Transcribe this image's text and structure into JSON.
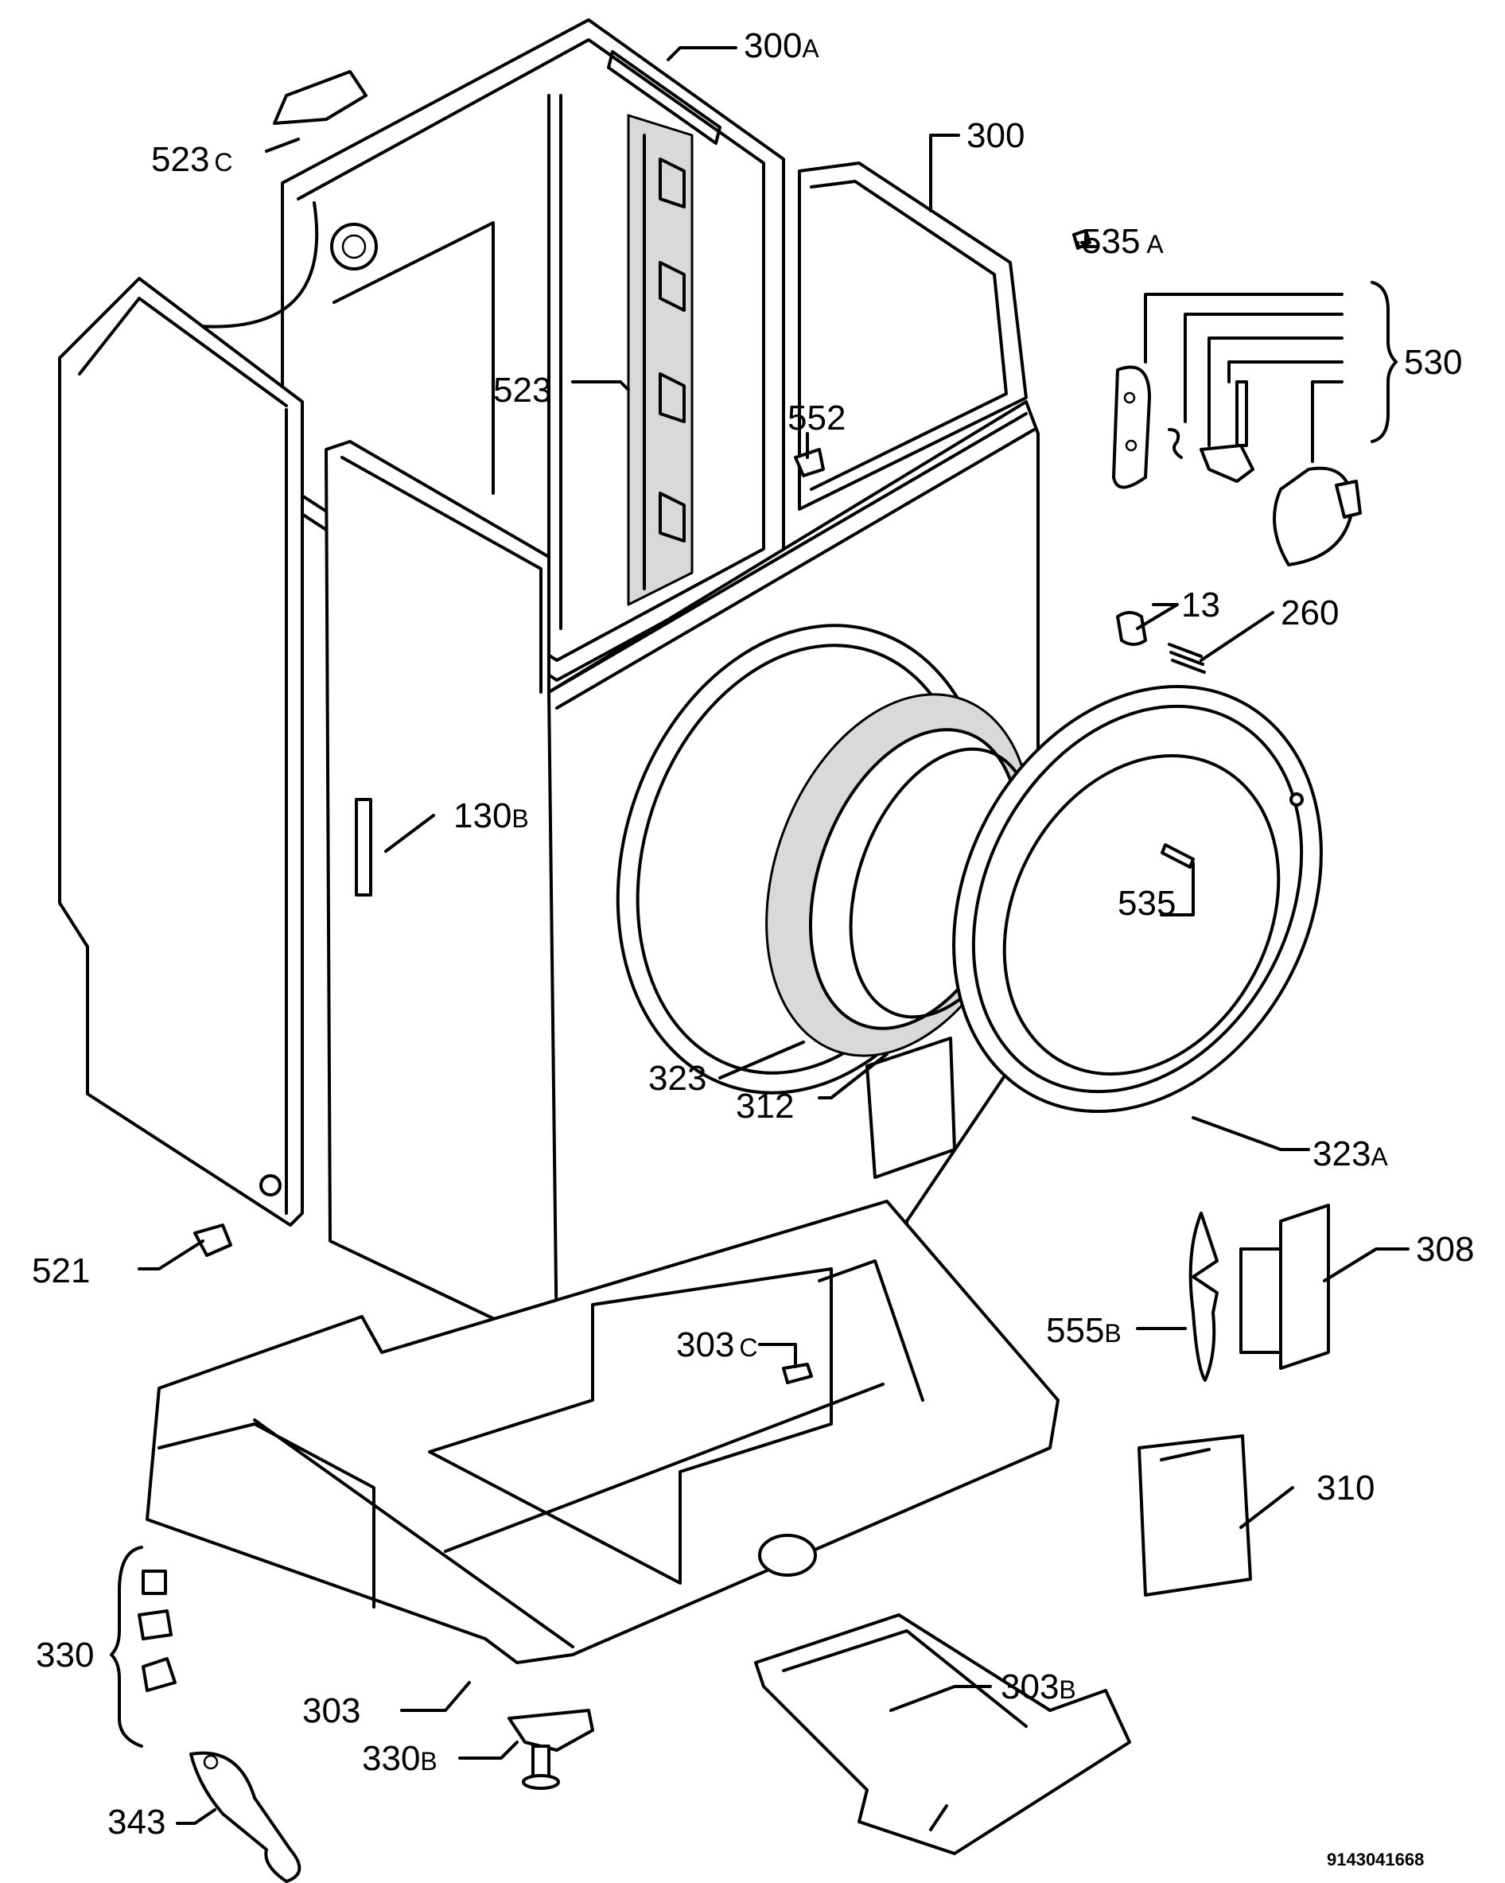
{
  "labels": [
    {
      "id": "300a",
      "num": "300",
      "suffix": "A"
    },
    {
      "id": "523c",
      "num": "523",
      "suffix": "C"
    },
    {
      "id": "300",
      "num": "300",
      "suffix": ""
    },
    {
      "id": "535a",
      "num": "535",
      "suffix": "A"
    },
    {
      "id": "530",
      "num": "530",
      "suffix": ""
    },
    {
      "id": "523",
      "num": "523",
      "suffix": ""
    },
    {
      "id": "552",
      "num": "552",
      "suffix": ""
    },
    {
      "id": "13",
      "num": "13",
      "suffix": ""
    },
    {
      "id": "260",
      "num": "260",
      "suffix": ""
    },
    {
      "id": "130b",
      "num": "130",
      "suffix": "B"
    },
    {
      "id": "535",
      "num": "535",
      "suffix": ""
    },
    {
      "id": "323",
      "num": "323",
      "suffix": ""
    },
    {
      "id": "312",
      "num": "312",
      "suffix": ""
    },
    {
      "id": "323a",
      "num": "323",
      "suffix": "A"
    },
    {
      "id": "308",
      "num": "308",
      "suffix": ""
    },
    {
      "id": "521",
      "num": "521",
      "suffix": ""
    },
    {
      "id": "555b",
      "num": "555",
      "suffix": "B"
    },
    {
      "id": "303c",
      "num": "303",
      "suffix": "C"
    },
    {
      "id": "310",
      "num": "310",
      "suffix": ""
    },
    {
      "id": "303b",
      "num": "303",
      "suffix": "B"
    },
    {
      "id": "330",
      "num": "330",
      "suffix": ""
    },
    {
      "id": "303",
      "num": "303",
      "suffix": ""
    },
    {
      "id": "330b",
      "num": "330",
      "suffix": "B"
    },
    {
      "id": "343",
      "num": "343",
      "suffix": ""
    }
  ],
  "document_number": "9143041668"
}
